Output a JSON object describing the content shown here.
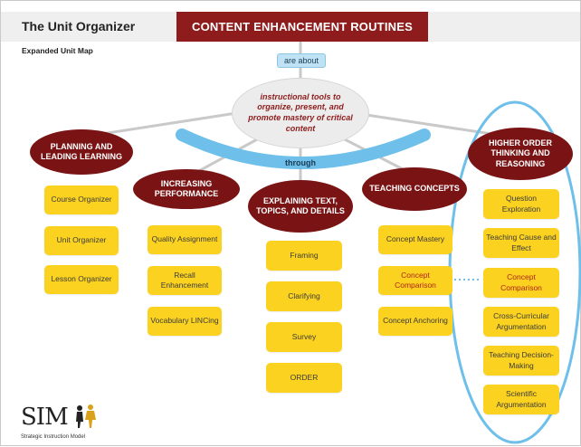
{
  "header": {
    "title": "The Unit Organizer",
    "banner": "CONTENT ENHANCEMENT ROUTINES",
    "subtitle": "Expanded Unit Map"
  },
  "connectors": {
    "top": "are about",
    "middle": "through"
  },
  "center": "instructional tools to organize, present, and promote mastery of critical content",
  "categories": [
    {
      "label": "PLANNING AND LEADING LEARNING",
      "items": [
        "Course Organizer",
        "Unit Organizer",
        "Lesson Organizer"
      ]
    },
    {
      "label": "INCREASING PERFORMANCE",
      "items": [
        "Quality Assignment",
        "Recall Enhancement",
        "Vocabulary LINCing"
      ]
    },
    {
      "label": "EXPLAINING TEXT, TOPICS, AND DETAILS",
      "items": [
        "Framing",
        "Clarifying",
        "Survey",
        "ORDER"
      ]
    },
    {
      "label": "TEACHING CONCEPTS",
      "items": [
        "Concept Mastery",
        "Concept Comparison",
        "Concept Anchoring"
      ]
    },
    {
      "label": "HIGHER ORDER THINKING AND REASONING",
      "items": [
        "Question Exploration",
        "Teaching Cause and Effect",
        "Concept Comparison",
        "Cross-Curricular Argumentation",
        "Teaching Decision-Making",
        "Scientific Argumentation"
      ]
    }
  ],
  "colors": {
    "banner": "#8e1c1c",
    "category": "#7a1414",
    "box": "#fbd21f",
    "highlight": "#6ec0ea",
    "connector_tag": "#bfe3f5"
  },
  "logo": {
    "text": "SIM",
    "subtitle": "Strategic Instruction Model"
  }
}
